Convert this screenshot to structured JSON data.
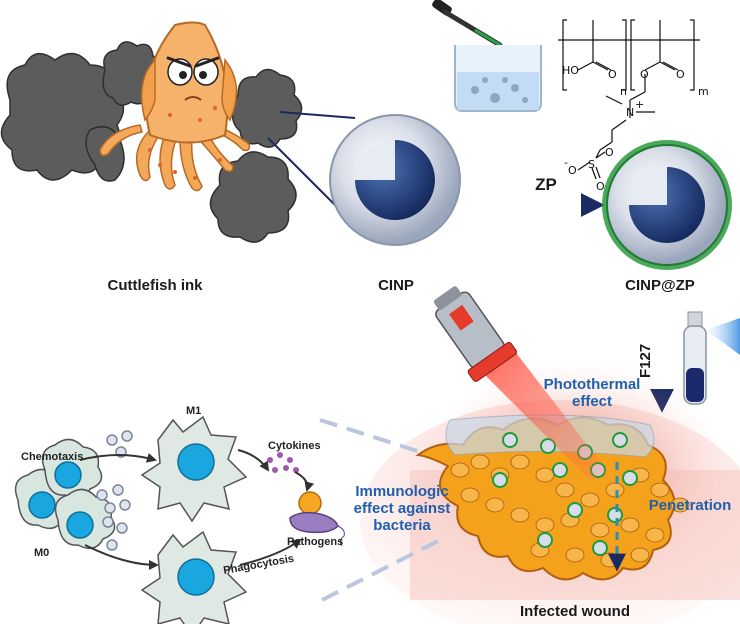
{
  "labels": {
    "cuttlefish_ink": "Cuttlefish ink",
    "cinp": "CINP",
    "cinp_zp": "CINP@ZP",
    "zp": "ZP",
    "f127": "F127",
    "photothermal_line1": "Photothermal",
    "photothermal_line2": "effect",
    "immunologic_line1": "Immunologic",
    "immunologic_line2": "effect against",
    "immunologic_line3": "bacteria",
    "penetration": "Penetration",
    "infected_wound": "Infected wound",
    "m1": "M1",
    "m0": "M0",
    "chemotaxis": "Chemotaxis",
    "cytokines": "Cytokines",
    "pathogens": "Pathogens",
    "phagocytosis": "Phagocytosis"
  },
  "chemistry": {
    "ho": "HO",
    "n_sub": "n",
    "m_sub": "m",
    "n_plus": "N",
    "plus": "+",
    "o_minus": "O",
    "minus": "-",
    "s": "S",
    "o1": "O",
    "o2": "O",
    "o3": "O",
    "o4": "O",
    "o5": "O"
  },
  "colors": {
    "ink": "#5a5a5a",
    "nanoparticle_core": "#1d3a78",
    "shell_green": "#1f9a3a",
    "arrow_navy": "#1b2a63",
    "wound_orange": "#f2a21a",
    "skin_pink": "#f4b6b0",
    "laser_red": "#e63a2a",
    "cell_blue": "#1aa7e0",
    "label_blue": "#1f5fae"
  }
}
